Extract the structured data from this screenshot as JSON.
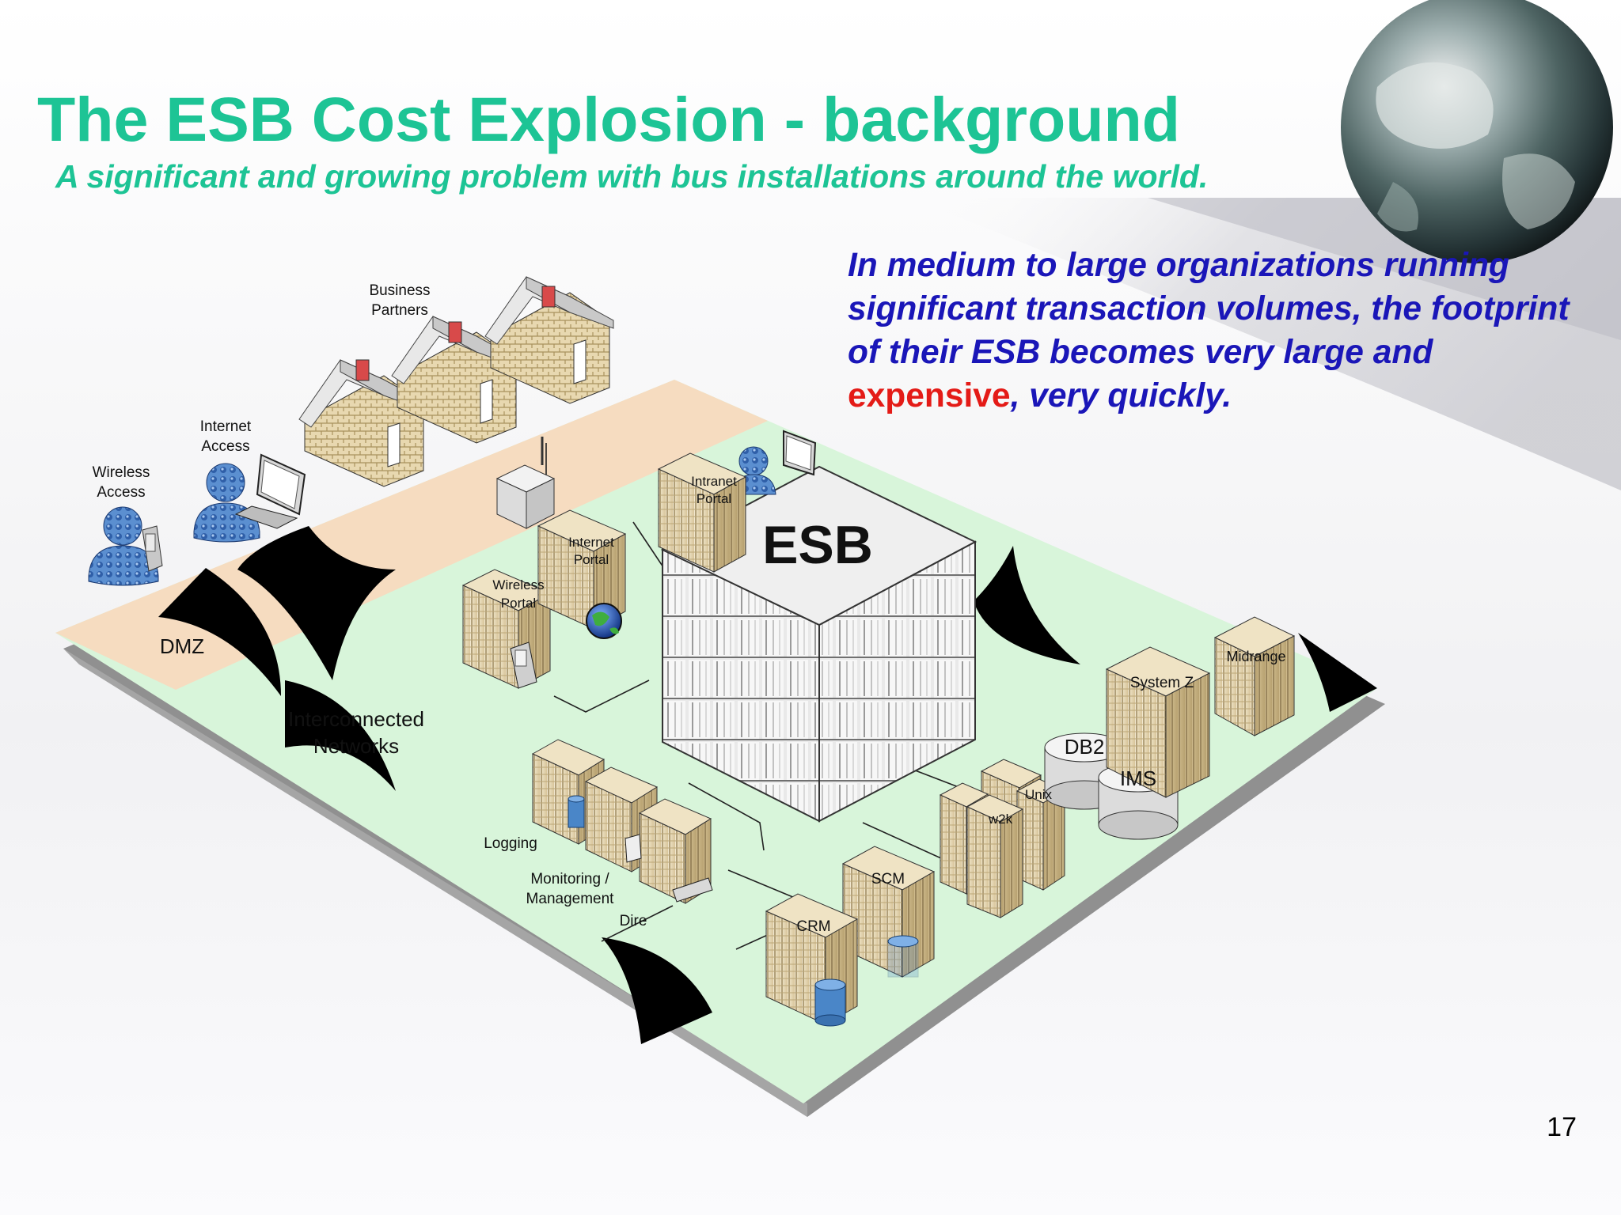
{
  "slide": {
    "title": "The ESB Cost Explosion - background",
    "subtitle": "A significant and growing problem with bus installations around the world.",
    "callout": {
      "text_before": "In medium to large organizations running significant transaction volumes, the footprint of their ESB becomes very large and ",
      "highlight": "expensive",
      "text_after": ", very quickly."
    },
    "page_number": "17"
  },
  "diagram": {
    "esb_label": "ESB",
    "zones": {
      "dmz": "DMZ",
      "internal_line1": "Interconnected",
      "internal_line2": "Networks"
    },
    "labels": {
      "business_partners_1": "Business",
      "business_partners_2": "Partners",
      "internet_access_1": "Internet",
      "internet_access_2": "Access",
      "wireless_access_1": "Wireless",
      "wireless_access_2": "Access",
      "intranet_portal_1": "Intranet",
      "intranet_portal_2": "Portal",
      "internet_portal_1": "Internet",
      "internet_portal_2": "Portal",
      "wireless_portal_1": "Wireless",
      "wireless_portal_2": "Portal",
      "logging": "Logging",
      "monitoring_1": "Monitoring /",
      "monitoring_2": "Management",
      "directory": "Dire",
      "crm": "CRM",
      "scm": "SCM",
      "unix": "Unix",
      "w2k": "w2k",
      "db2": "DB2",
      "ims": "IMS",
      "system_z": "System Z",
      "midrange": "Midrange"
    }
  },
  "colors": {
    "title": "#1dc495",
    "callout": "#1a16b8",
    "highlight": "#e41b17",
    "dmz_zone": "#f7dcc0",
    "internal_zone": "#d9f6dc",
    "server_beige": "#e6d7b4",
    "cylinder_blue": "#4a86c8"
  },
  "icons": [
    "house-icon",
    "user-icon",
    "laptop-icon",
    "pda-icon",
    "server-icon",
    "database-icon",
    "globe-icon",
    "earth-globe-icon"
  ]
}
